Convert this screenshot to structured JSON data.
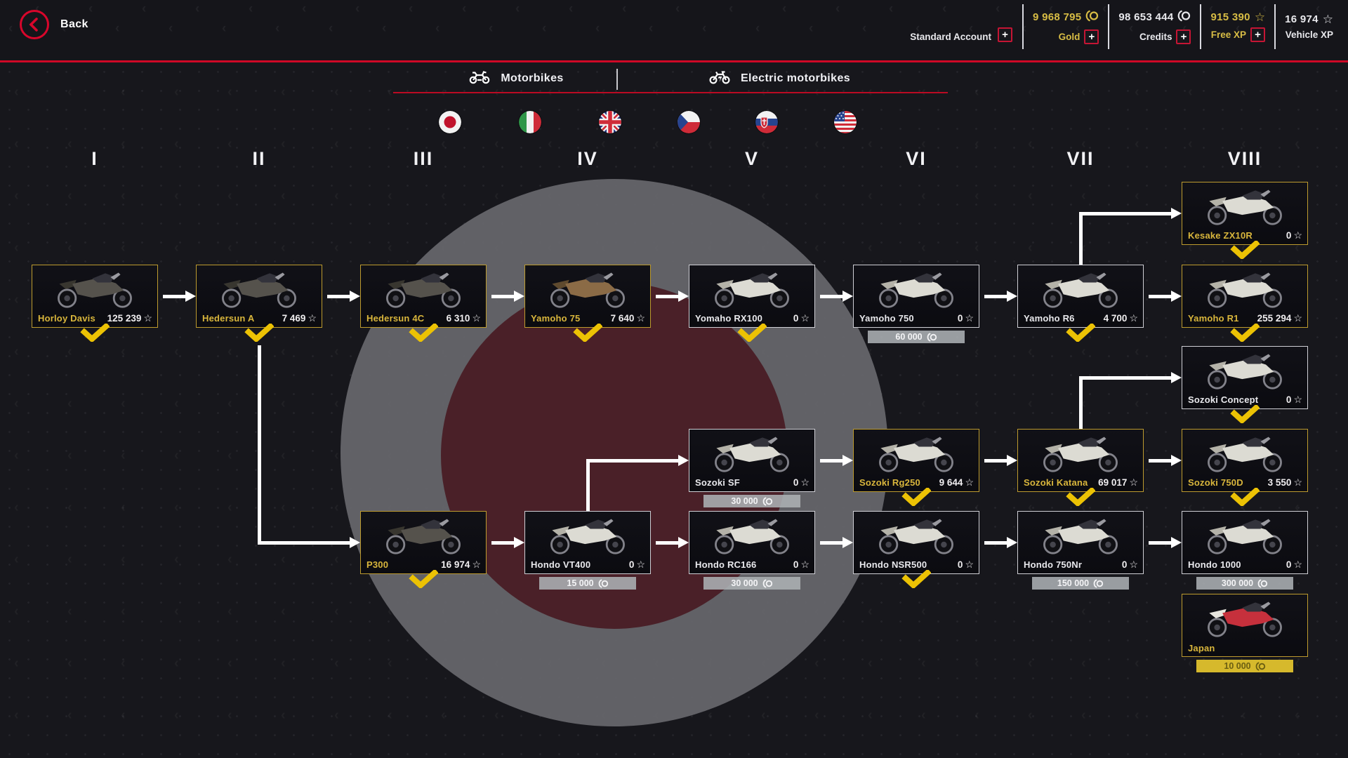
{
  "header": {
    "back_label": "Back",
    "account_label": "Standard Account",
    "currencies": [
      {
        "id": "gold",
        "value": "9 968 795",
        "label": "Gold",
        "icon": "coin-icon",
        "accent": "gold",
        "has_plus": true
      },
      {
        "id": "credits",
        "value": "98 653 444",
        "label": "Credits",
        "icon": "coin-icon",
        "accent": "white",
        "has_plus": true
      },
      {
        "id": "free_xp",
        "value": "915 390",
        "label": "Free XP",
        "icon": "star-icon",
        "accent": "gold",
        "has_plus": true
      },
      {
        "id": "vehicle_xp",
        "value": "16 974",
        "label": "Vehicle XP",
        "icon": "star-icon",
        "accent": "white",
        "has_plus": false
      }
    ]
  },
  "tabs": [
    {
      "id": "motorbikes",
      "label": "Motorbikes",
      "icon": "motorbike-icon",
      "active": true
    },
    {
      "id": "electric",
      "label": "Electric motorbikes",
      "icon": "electric-motorbike-icon",
      "active": false
    }
  ],
  "nations": [
    {
      "id": "japan",
      "icon": "japan-flag",
      "selected": true
    },
    {
      "id": "italy",
      "icon": "italy-flag",
      "selected": false
    },
    {
      "id": "uk",
      "icon": "uk-flag",
      "selected": false
    },
    {
      "id": "czech",
      "icon": "czech-flag",
      "selected": false
    },
    {
      "id": "slovakia",
      "icon": "slovakia-flag",
      "selected": false
    },
    {
      "id": "usa",
      "icon": "usa-flag",
      "selected": false
    }
  ],
  "tiers": [
    "I",
    "II",
    "III",
    "IV",
    "V",
    "VI",
    "VII",
    "VIII"
  ],
  "colors": {
    "accent_red": "#d8062b",
    "gold_text": "#d8bd45",
    "owned_yellow": "#bd9b2e",
    "check_yellow": "#ecc204",
    "price_gray": "#acb0b4",
    "price_gold": "#d6b92c"
  },
  "vehicles": [
    {
      "id": "horloy-davis",
      "name": "Horloy Davis",
      "tier": 1,
      "row": "A",
      "xp": "125 239",
      "owned": true,
      "researched": true,
      "price": null,
      "tone": "dark"
    },
    {
      "id": "hedersun-a",
      "name": "Hedersun A",
      "tier": 2,
      "row": "A",
      "xp": "7 469",
      "owned": true,
      "researched": true,
      "price": null,
      "tone": "dark"
    },
    {
      "id": "hedersun-4c",
      "name": "Hedersun 4C",
      "tier": 3,
      "row": "A",
      "xp": "6 310",
      "owned": true,
      "researched": true,
      "price": null,
      "tone": "dark"
    },
    {
      "id": "yamoho-75",
      "name": "Yamoho 75",
      "tier": 4,
      "row": "A",
      "xp": "7 640",
      "owned": true,
      "researched": true,
      "price": null,
      "tone": "rust"
    },
    {
      "id": "yomaho-rx100",
      "name": "Yomaho RX100",
      "tier": 5,
      "row": "A",
      "xp": "0",
      "owned": false,
      "researched": true,
      "price": null,
      "tone": "light"
    },
    {
      "id": "yamoho-750",
      "name": "Yamoho 750",
      "tier": 6,
      "row": "A",
      "xp": "0",
      "owned": false,
      "researched": false,
      "price": {
        "amount": "60 000",
        "currency": "credits"
      },
      "tone": "light"
    },
    {
      "id": "yamoho-r6",
      "name": "Yamoho R6",
      "tier": 7,
      "row": "A",
      "xp": "4 700",
      "owned": false,
      "researched": true,
      "price": null,
      "tone": "light"
    },
    {
      "id": "yamoho-r1",
      "name": "Yamoho R1",
      "tier": 8,
      "row": "A",
      "xp": "255 294",
      "owned": true,
      "researched": true,
      "price": null,
      "tone": "light"
    },
    {
      "id": "kesake-zx10r",
      "name": "Kesake ZX10R",
      "tier": 8,
      "row": "K",
      "xp": "0",
      "owned": true,
      "researched": true,
      "price": null,
      "tone": "light"
    },
    {
      "id": "sozoki-sf",
      "name": "Sozoki SF",
      "tier": 5,
      "row": "B",
      "xp": "0",
      "owned": false,
      "researched": false,
      "price": {
        "amount": "30 000",
        "currency": "credits"
      },
      "tone": "light"
    },
    {
      "id": "sozoki-rg250",
      "name": "Sozoki Rg250",
      "tier": 6,
      "row": "B",
      "xp": "9 644",
      "owned": true,
      "researched": true,
      "price": null,
      "tone": "light"
    },
    {
      "id": "sozoki-katana",
      "name": "Sozoki Katana",
      "tier": 7,
      "row": "B",
      "xp": "69 017",
      "owned": true,
      "researched": true,
      "price": null,
      "tone": "light"
    },
    {
      "id": "sozoki-750d",
      "name": "Sozoki 750D",
      "tier": 8,
      "row": "B",
      "xp": "3 550",
      "owned": true,
      "researched": true,
      "price": null,
      "tone": "light"
    },
    {
      "id": "sozoki-concept",
      "name": "Sozoki Concept",
      "tier": 8,
      "row": "CPT",
      "xp": "0",
      "owned": false,
      "researched": true,
      "price": null,
      "tone": "light"
    },
    {
      "id": "p300",
      "name": "P300",
      "tier": 3,
      "row": "C",
      "xp": "16 974",
      "owned": true,
      "researched": true,
      "price": null,
      "tone": "dark"
    },
    {
      "id": "hondo-vt400",
      "name": "Hondo VT400",
      "tier": 4,
      "row": "C",
      "xp": "0",
      "owned": false,
      "researched": false,
      "price": {
        "amount": "15 000",
        "currency": "credits"
      },
      "tone": "light"
    },
    {
      "id": "hondo-rc166",
      "name": "Hondo RC166",
      "tier": 5,
      "row": "C",
      "xp": "0",
      "owned": false,
      "researched": false,
      "price": {
        "amount": "30 000",
        "currency": "credits"
      },
      "tone": "light"
    },
    {
      "id": "hondo-nsr500",
      "name": "Hondo NSR500",
      "tier": 6,
      "row": "C",
      "xp": "0",
      "owned": false,
      "researched": true,
      "price": null,
      "tone": "light"
    },
    {
      "id": "hondo-750nr",
      "name": "Hondo 750Nr",
      "tier": 7,
      "row": "C",
      "xp": "0",
      "owned": false,
      "researched": false,
      "price": {
        "amount": "150 000",
        "currency": "credits"
      },
      "tone": "light"
    },
    {
      "id": "hondo-1000",
      "name": "Hondo 1000",
      "tier": 8,
      "row": "C",
      "xp": "0",
      "owned": false,
      "researched": false,
      "price": {
        "amount": "300 000",
        "currency": "credits"
      },
      "tone": "light"
    },
    {
      "id": "japan",
      "name": "Japan",
      "tier": 8,
      "row": "J",
      "xp": null,
      "owned": true,
      "researched": false,
      "price": {
        "amount": "10 000",
        "currency": "gold"
      },
      "tone": "red",
      "premium": true
    }
  ],
  "connections": [
    {
      "from": "horloy-davis",
      "to": "hedersun-a",
      "type": "straight"
    },
    {
      "from": "hedersun-a",
      "to": "hedersun-4c",
      "type": "straight"
    },
    {
      "from": "hedersun-4c",
      "to": "yamoho-75",
      "type": "straight"
    },
    {
      "from": "yamoho-75",
      "to": "yomaho-rx100",
      "type": "straight"
    },
    {
      "from": "yomaho-rx100",
      "to": "yamoho-750",
      "type": "straight"
    },
    {
      "from": "yamoho-750",
      "to": "yamoho-r6",
      "type": "straight"
    },
    {
      "from": "yamoho-r6",
      "to": "yamoho-r1",
      "type": "straight"
    },
    {
      "from": "yamoho-r6",
      "to": "kesake-zx10r",
      "type": "elbow-up"
    },
    {
      "from": "sozoki-sf",
      "to": "sozoki-rg250",
      "type": "straight"
    },
    {
      "from": "sozoki-rg250",
      "to": "sozoki-katana",
      "type": "straight"
    },
    {
      "from": "sozoki-katana",
      "to": "sozoki-750d",
      "type": "straight"
    },
    {
      "from": "sozoki-katana",
      "to": "sozoki-concept",
      "type": "elbow-up"
    },
    {
      "from": "hedersun-a",
      "to": "p300",
      "type": "elbow-down"
    },
    {
      "from": "p300",
      "to": "hondo-vt400",
      "type": "straight"
    },
    {
      "from": "hondo-vt400",
      "to": "hondo-rc166",
      "type": "straight"
    },
    {
      "from": "hondo-vt400",
      "to": "sozoki-sf",
      "type": "elbow-up"
    },
    {
      "from": "hondo-rc166",
      "to": "hondo-nsr500",
      "type": "straight"
    },
    {
      "from": "hondo-nsr500",
      "to": "hondo-750nr",
      "type": "straight"
    },
    {
      "from": "hondo-750nr",
      "to": "hondo-1000",
      "type": "straight"
    }
  ]
}
